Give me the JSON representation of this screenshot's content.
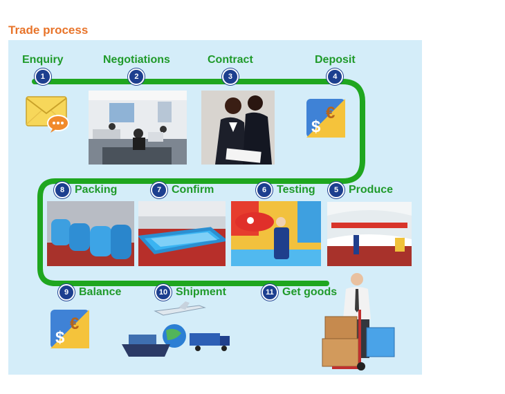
{
  "title": "Trade process",
  "colors": {
    "title": "#e8742a",
    "panel": "#d4edf9",
    "track": "#1fa61f",
    "label": "#1f9a2a",
    "badge": "#1d3f8f"
  },
  "steps": [
    {
      "num": "1",
      "label": "Enquiry"
    },
    {
      "num": "2",
      "label": "Negotiations"
    },
    {
      "num": "3",
      "label": "Contract"
    },
    {
      "num": "4",
      "label": "Deposit"
    },
    {
      "num": "5",
      "label": "Produce"
    },
    {
      "num": "6",
      "label": "Testing"
    },
    {
      "num": "7",
      "label": "Confirm"
    },
    {
      "num": "8",
      "label": "Packing"
    },
    {
      "num": "9",
      "label": "Balance"
    },
    {
      "num": "10",
      "label": "Shipment"
    },
    {
      "num": "11",
      "label": "Get goods"
    }
  ],
  "icons": {
    "deposit": {
      "symbols": [
        "$",
        "€"
      ]
    },
    "balance": {
      "symbols": [
        "$",
        "€"
      ]
    }
  }
}
